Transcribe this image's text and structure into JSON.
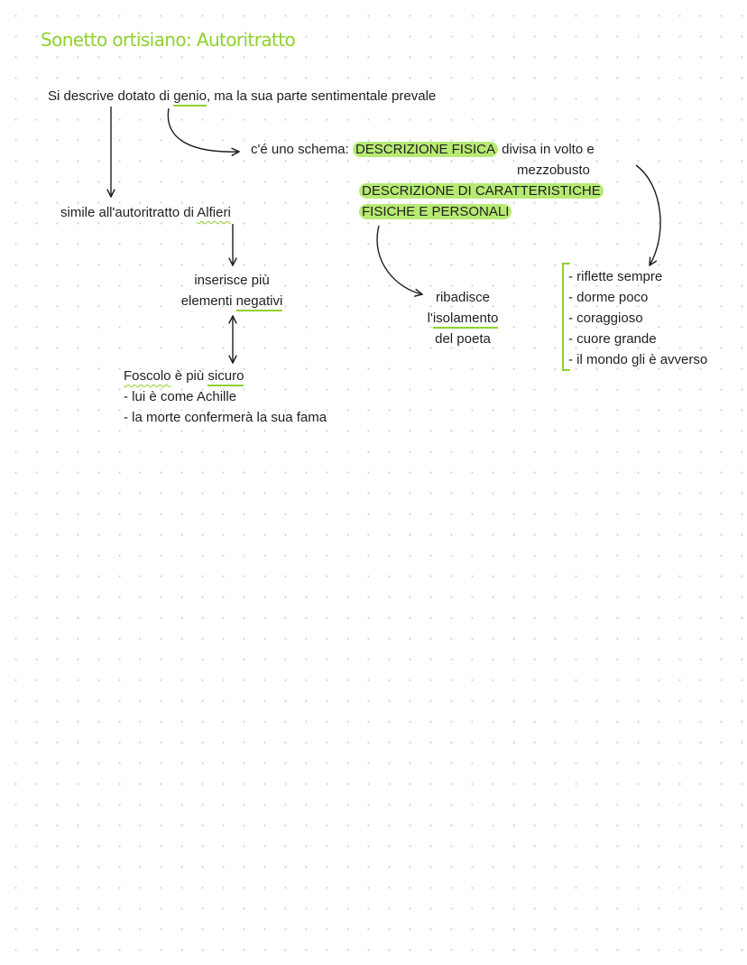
{
  "title": "Sonetto ortisiano: Autoritratto",
  "intro": {
    "pre": "Si descrive dotato di ",
    "genio": "genio",
    "post": ", ma la sua parte sentimentale prevale"
  },
  "schema": {
    "pre": "c'é uno schema: ",
    "fisica": "DESCRIZIONE FISICA",
    "post": " divisa in volto e",
    "line2": "mezzobusto",
    "car1": "DESCRIZIONE DI CARATTERISTICHE",
    "car2": "FISICHE E PERSONALI"
  },
  "alfieri": {
    "pre": "simile all'autoritratto di ",
    "name": "Alfieri"
  },
  "inserisce": {
    "line1": "inserisce più",
    "pre": "elementi ",
    "neg": "negativi"
  },
  "foscolo": {
    "name": "Foscolo",
    "mid": " è più ",
    "sicuro": "sicuro",
    "items": [
      "- lui è come Achille",
      "- la morte confermerà la sua fama"
    ]
  },
  "ribadisce": {
    "line1": "ribadisce",
    "pre": "l'",
    "iso": "isolamento",
    "line3": "del poeta"
  },
  "traits": [
    "- riflette sempre",
    "- dorme poco",
    "- coraggioso",
    "- cuore grande",
    "- il mondo gli è avverso"
  ]
}
